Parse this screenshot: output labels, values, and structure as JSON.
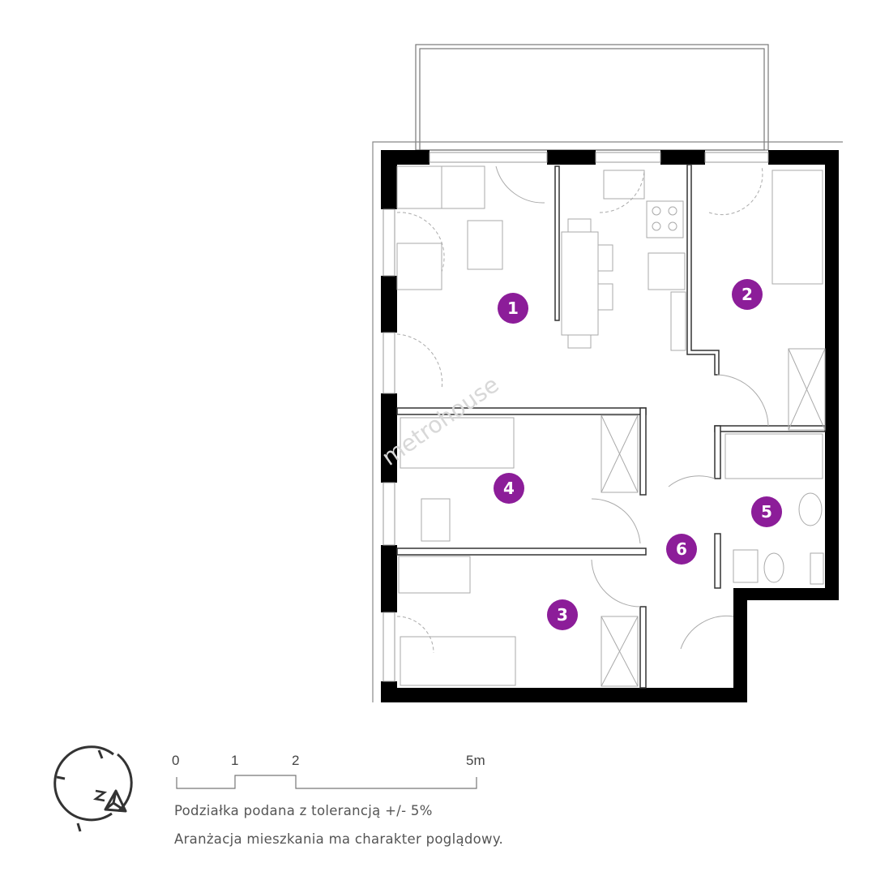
{
  "floorplan": {
    "rooms": [
      {
        "number": "1"
      },
      {
        "number": "2"
      },
      {
        "number": "3"
      },
      {
        "number": "4"
      },
      {
        "number": "5"
      },
      {
        "number": "6"
      }
    ],
    "watermark": "metrohouse"
  },
  "scale": {
    "labels": [
      "0",
      "1",
      "2",
      "5m"
    ]
  },
  "notes": {
    "tolerance": "Podziałka podana z tolerancją +/- 5%",
    "disclaimer": "Aranżacja mieszkania ma charakter poglądowy."
  },
  "compass": {
    "direction_label": "N"
  },
  "colors": {
    "badge": "#8c1d99",
    "wall": "#000000",
    "line": "#9a9a9a"
  }
}
